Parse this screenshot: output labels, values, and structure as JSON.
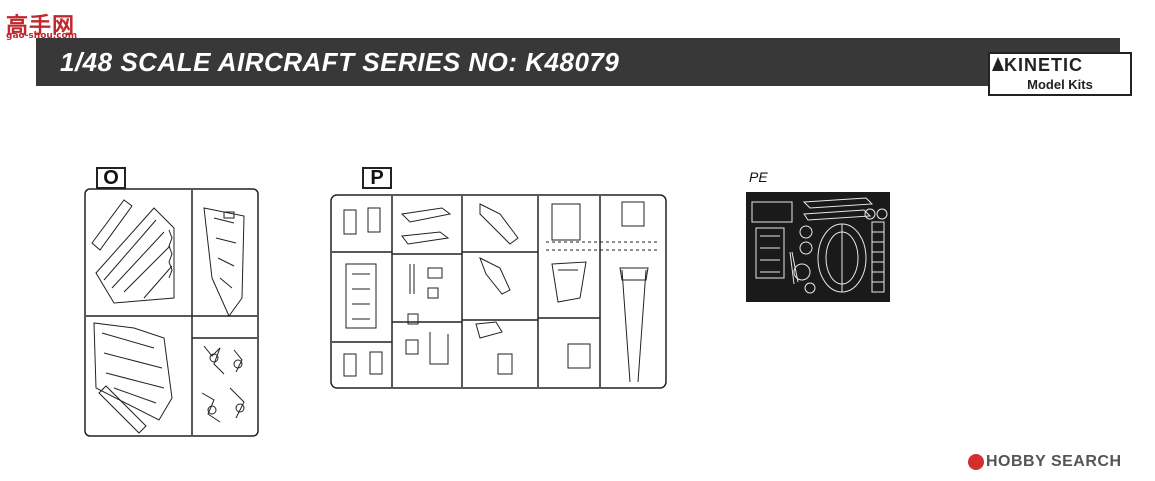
{
  "watermark": {
    "top_text": "高手网",
    "top_sub": "gao-shou.com",
    "bottom_text": "HOBBY SEARCH"
  },
  "banner": {
    "title": "1/48 SCALE AIRCRAFT SERIES NO: K48079"
  },
  "logo": {
    "name": "KINETIC",
    "sub": "Model Kits"
  },
  "sprues": [
    {
      "label": "O"
    },
    {
      "label": "P"
    }
  ],
  "photo_etch": {
    "label": "PE"
  },
  "colors": {
    "banner": "#383838",
    "ink": "#222222",
    "pe_fret": "#1a1a1a",
    "watermark": "#c0282e"
  }
}
